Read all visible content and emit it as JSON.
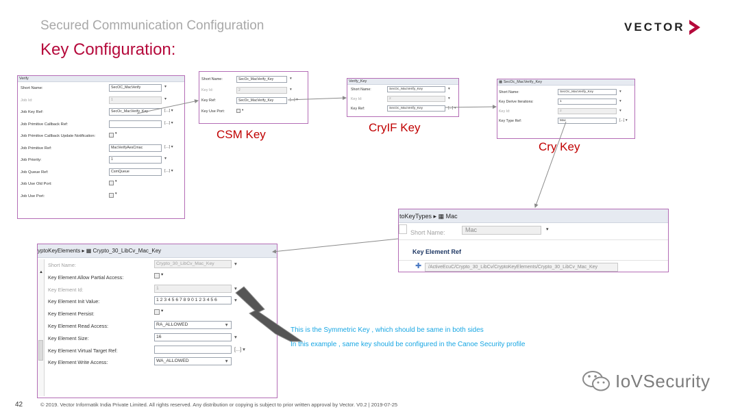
{
  "slide": {
    "subtitle": "Secured Communication Configuration",
    "title": "Key Configuration:",
    "logo": "VECTOR",
    "page_number": "42",
    "footer": "© 2019. Vector Informatik India Private Limited. All rights reserved. Any distribution or copying is subject to prior written approval by Vector. V0.2 | 2019-07-25",
    "watermark": "IoVSecurity",
    "colors": {
      "title": "#b5093b",
      "callout": "#c00000",
      "note": "#17a6e3",
      "panel_border": "#b36bb5"
    }
  },
  "mac_verify_panel": {
    "header": "Verify",
    "fields": [
      {
        "label": "Short Name:",
        "value": "SecOC_MacVerify",
        "kind": "text"
      },
      {
        "label": "Job Id:",
        "value": "1",
        "kind": "spin",
        "disabled": true
      },
      {
        "label": "Job Key Ref:",
        "value": "SecOc_MacVerify_Key",
        "kind": "ref"
      },
      {
        "label": "Job Primitive Callback Ref:",
        "value": "",
        "kind": "ref"
      },
      {
        "label": "Job Primitive Callback Update Notification:",
        "value": "",
        "kind": "check"
      },
      {
        "label": "Job Primitive Ref:",
        "value": "MacVerifyAesCmac",
        "kind": "ref"
      },
      {
        "label": "Job Priority:",
        "value": "1",
        "kind": "spin"
      },
      {
        "label": "Job Queue Ref:",
        "value": "CsmQueue",
        "kind": "ref"
      },
      {
        "label": "Job Use Old Port:",
        "value": "",
        "kind": "check"
      },
      {
        "label": "Job Use Port:",
        "value": "",
        "kind": "check"
      }
    ]
  },
  "csm_key_panel": {
    "callout": "CSM Key",
    "fields": [
      {
        "label": "Short Name:",
        "value": "SecOc_MacVerify_Key",
        "kind": "text"
      },
      {
        "label": "Key Id:",
        "value": "2",
        "kind": "spin",
        "disabled": true
      },
      {
        "label": "Key Ref:",
        "value": "SecOc_MacVerify_Key",
        "kind": "ref"
      },
      {
        "label": "Key Use Port:",
        "value": "",
        "kind": "check"
      }
    ]
  },
  "cryif_key_panel": {
    "header": "Verify_Key",
    "callout": "CryIF Key",
    "fields": [
      {
        "label": "Short Name:",
        "value": "SecOc_MacVerify_Key",
        "kind": "text"
      },
      {
        "label": "Key Id:",
        "value": "2",
        "kind": "spin",
        "disabled": true
      },
      {
        "label": "Key Ref:",
        "value": "SecOc_MacVerify_Key",
        "kind": "ref"
      }
    ]
  },
  "cry_key_panel": {
    "header": "SecOc_MacVerify_Key",
    "callout": "Cry Key",
    "fields": [
      {
        "label": "Short Name:",
        "value": "SecOc_MacVerify_Key",
        "kind": "text"
      },
      {
        "label": "Key Derive Iterations:",
        "value": "1",
        "kind": "spin"
      },
      {
        "label": "Key Id:",
        "value": "2",
        "kind": "spin",
        "disabled": true
      },
      {
        "label": "Key Type Ref:",
        "value": "Mac",
        "kind": "ref"
      }
    ]
  },
  "key_types_panel": {
    "breadcrumb_parent": "toKeyTypes",
    "breadcrumb_current": "Mac",
    "short_name_label": "Short Name:",
    "short_name_value": "Mac",
    "section": "Key Element Ref",
    "element_ref_path": "/ActiveEcuC/Crypto_30_LibCv/CryptoKeyElements/Crypto_30_LibCv_Mac_Key"
  },
  "key_element_panel": {
    "breadcrumb_parent": "yptoKeyElements",
    "breadcrumb_current": "Crypto_30_LibCv_Mac_Key",
    "fields": [
      {
        "label": "Short Name:",
        "value": "Crypto_30_LibCv_Mac_Key",
        "kind": "text",
        "disabled": true
      },
      {
        "label": "Key Element Allow Partial Access:",
        "value": "",
        "kind": "check"
      },
      {
        "label": "Key Element Id:",
        "value": "1",
        "kind": "spin",
        "disabled": true
      },
      {
        "label": "Key Element Init Value:",
        "value": "1 2 3 4 5 6 7 8 9 0 1 2 3 4 5 6",
        "kind": "text"
      },
      {
        "label": "Key Element Persist:",
        "value": "",
        "kind": "check"
      },
      {
        "label": "Key Element Read Access:",
        "value": "RA_ALLOWED",
        "kind": "select"
      },
      {
        "label": "Key Element Size:",
        "value": "16",
        "kind": "spin"
      },
      {
        "label": "Key Element Virtual Target Ref:",
        "value": "",
        "kind": "ref"
      },
      {
        "label": "Key Element Write Access:",
        "value": "WA_ALLOWED",
        "kind": "select"
      }
    ]
  },
  "notes": {
    "line1": "This is the Symmetric Key , which should be same in both sides",
    "line2": "In this example , same key should be configured in the Canoe Security profile"
  }
}
